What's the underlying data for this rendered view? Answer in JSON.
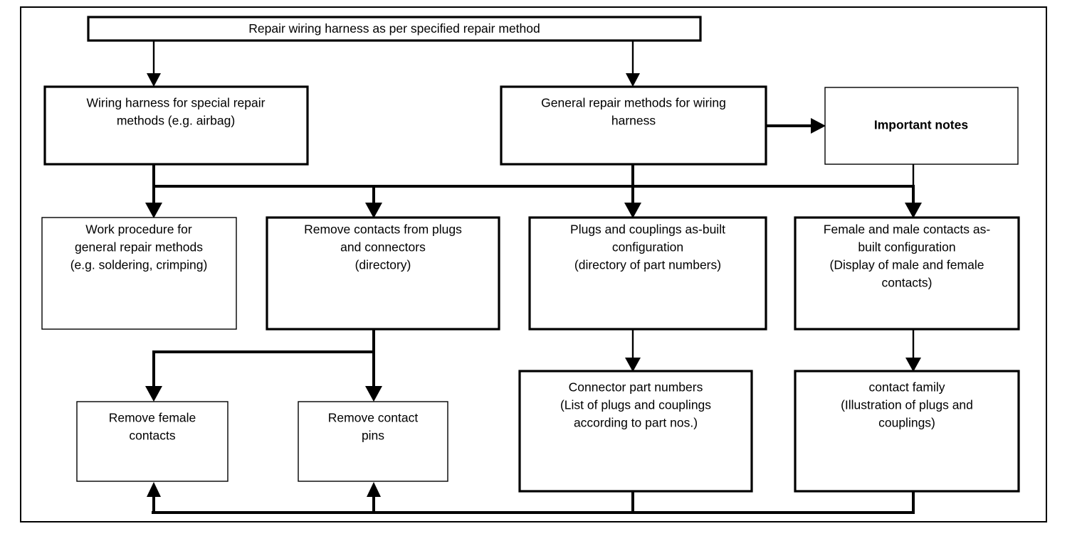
{
  "diagram": {
    "title_text": "Repair wiring harness as per specified repair method",
    "frame": {
      "label": "diagram-border"
    },
    "nodes": [
      {
        "id": "repair-wiring-harness",
        "name": "node-repair-wiring-harness",
        "lines": [
          "Repair wiring harness as per specified repair method"
        ],
        "bold": false
      },
      {
        "id": "wiring-harness-special",
        "name": "node-wiring-harness-special-repair",
        "lines": [
          "Wiring harness for special repair",
          "methods (e.g. airbag)"
        ],
        "bold": false
      },
      {
        "id": "general-repair-methods",
        "name": "node-general-repair-methods",
        "lines": [
          "General repair methods for wiring",
          "harness"
        ],
        "bold": false
      },
      {
        "id": "important-notes",
        "name": "node-important-notes",
        "lines": [
          "Important notes"
        ],
        "bold": true
      },
      {
        "id": "work-procedure",
        "name": "node-work-procedure",
        "lines": [
          "Work procedure for",
          "general repair methods",
          "(e.g. soldering, crimping)"
        ],
        "bold": false
      },
      {
        "id": "remove-contacts",
        "name": "node-remove-contacts-from-plugs",
        "lines": [
          "Remove contacts from plugs",
          "and connectors",
          "(directory)"
        ],
        "bold": false
      },
      {
        "id": "plugs-couplings",
        "name": "node-plugs-and-couplings-as-built",
        "lines": [
          "Plugs and couplings as-built",
          "configuration",
          "(directory of part numbers)"
        ],
        "bold": false
      },
      {
        "id": "female-male-contacts",
        "name": "node-female-and-male-contacts-as-built",
        "lines": [
          "Female and male contacts as-",
          "built configuration",
          "(Display of male and female",
          "contacts)"
        ],
        "bold": false
      },
      {
        "id": "remove-female-contacts",
        "name": "node-remove-female-contacts",
        "lines": [
          "Remove female",
          "contacts"
        ],
        "bold": false
      },
      {
        "id": "remove-contact-pins",
        "name": "node-remove-contact-pins",
        "lines": [
          "Remove contact",
          "pins"
        ],
        "bold": false
      },
      {
        "id": "connector-part-numbers",
        "name": "node-connector-part-numbers",
        "lines": [
          "Connector part numbers",
          "(List of plugs and couplings",
          "according to part nos.)"
        ],
        "bold": false
      },
      {
        "id": "contact-family",
        "name": "node-contact-family",
        "lines": [
          "contact family",
          "(Illustration of plugs and",
          "couplings)"
        ],
        "bold": false
      }
    ],
    "colors": {
      "line": "#000000",
      "box_fill": "#ffffff",
      "background": "#ffffff",
      "text": "#000000"
    }
  }
}
